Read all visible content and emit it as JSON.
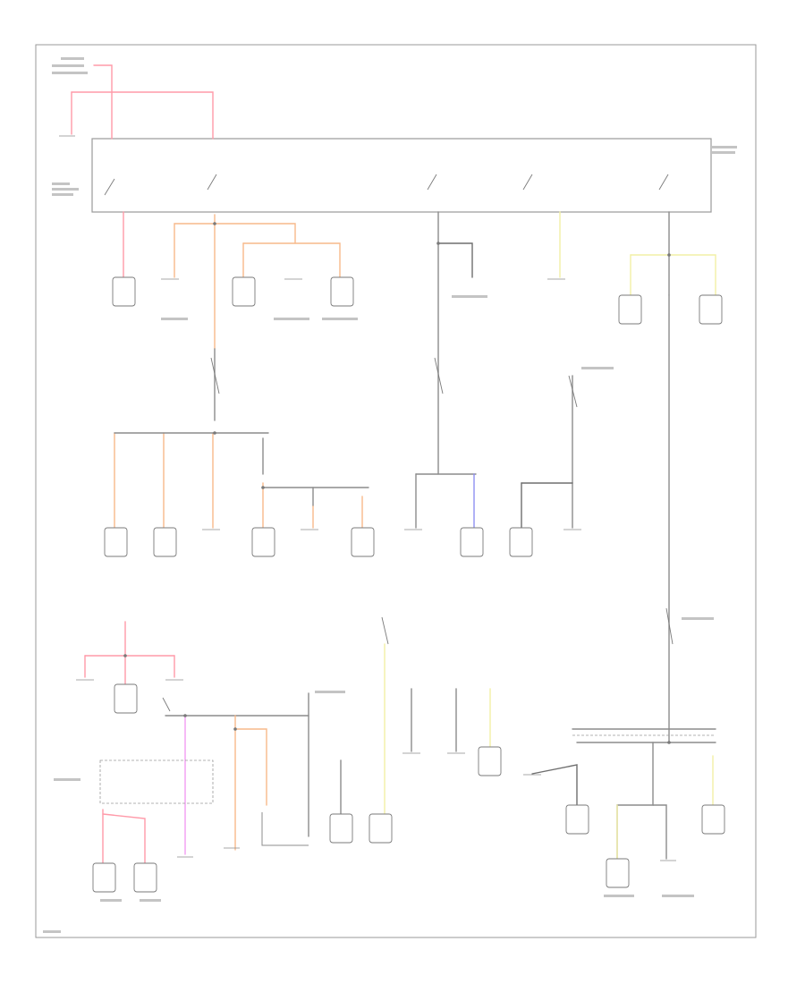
{
  "colors": {
    "red": "#ff9aa9",
    "orange": "#f7b98a",
    "yellow": "#f2f0a6",
    "dark": "#6e6e6e",
    "blue": "#8f90f2",
    "violet": "#f39df2",
    "gray": "#8c8c8c"
  },
  "icons": [
    "ground-symbol",
    "fuse-symbol",
    "relay-switch-symbol",
    "splice-dot"
  ],
  "footer": {
    "code": ""
  }
}
